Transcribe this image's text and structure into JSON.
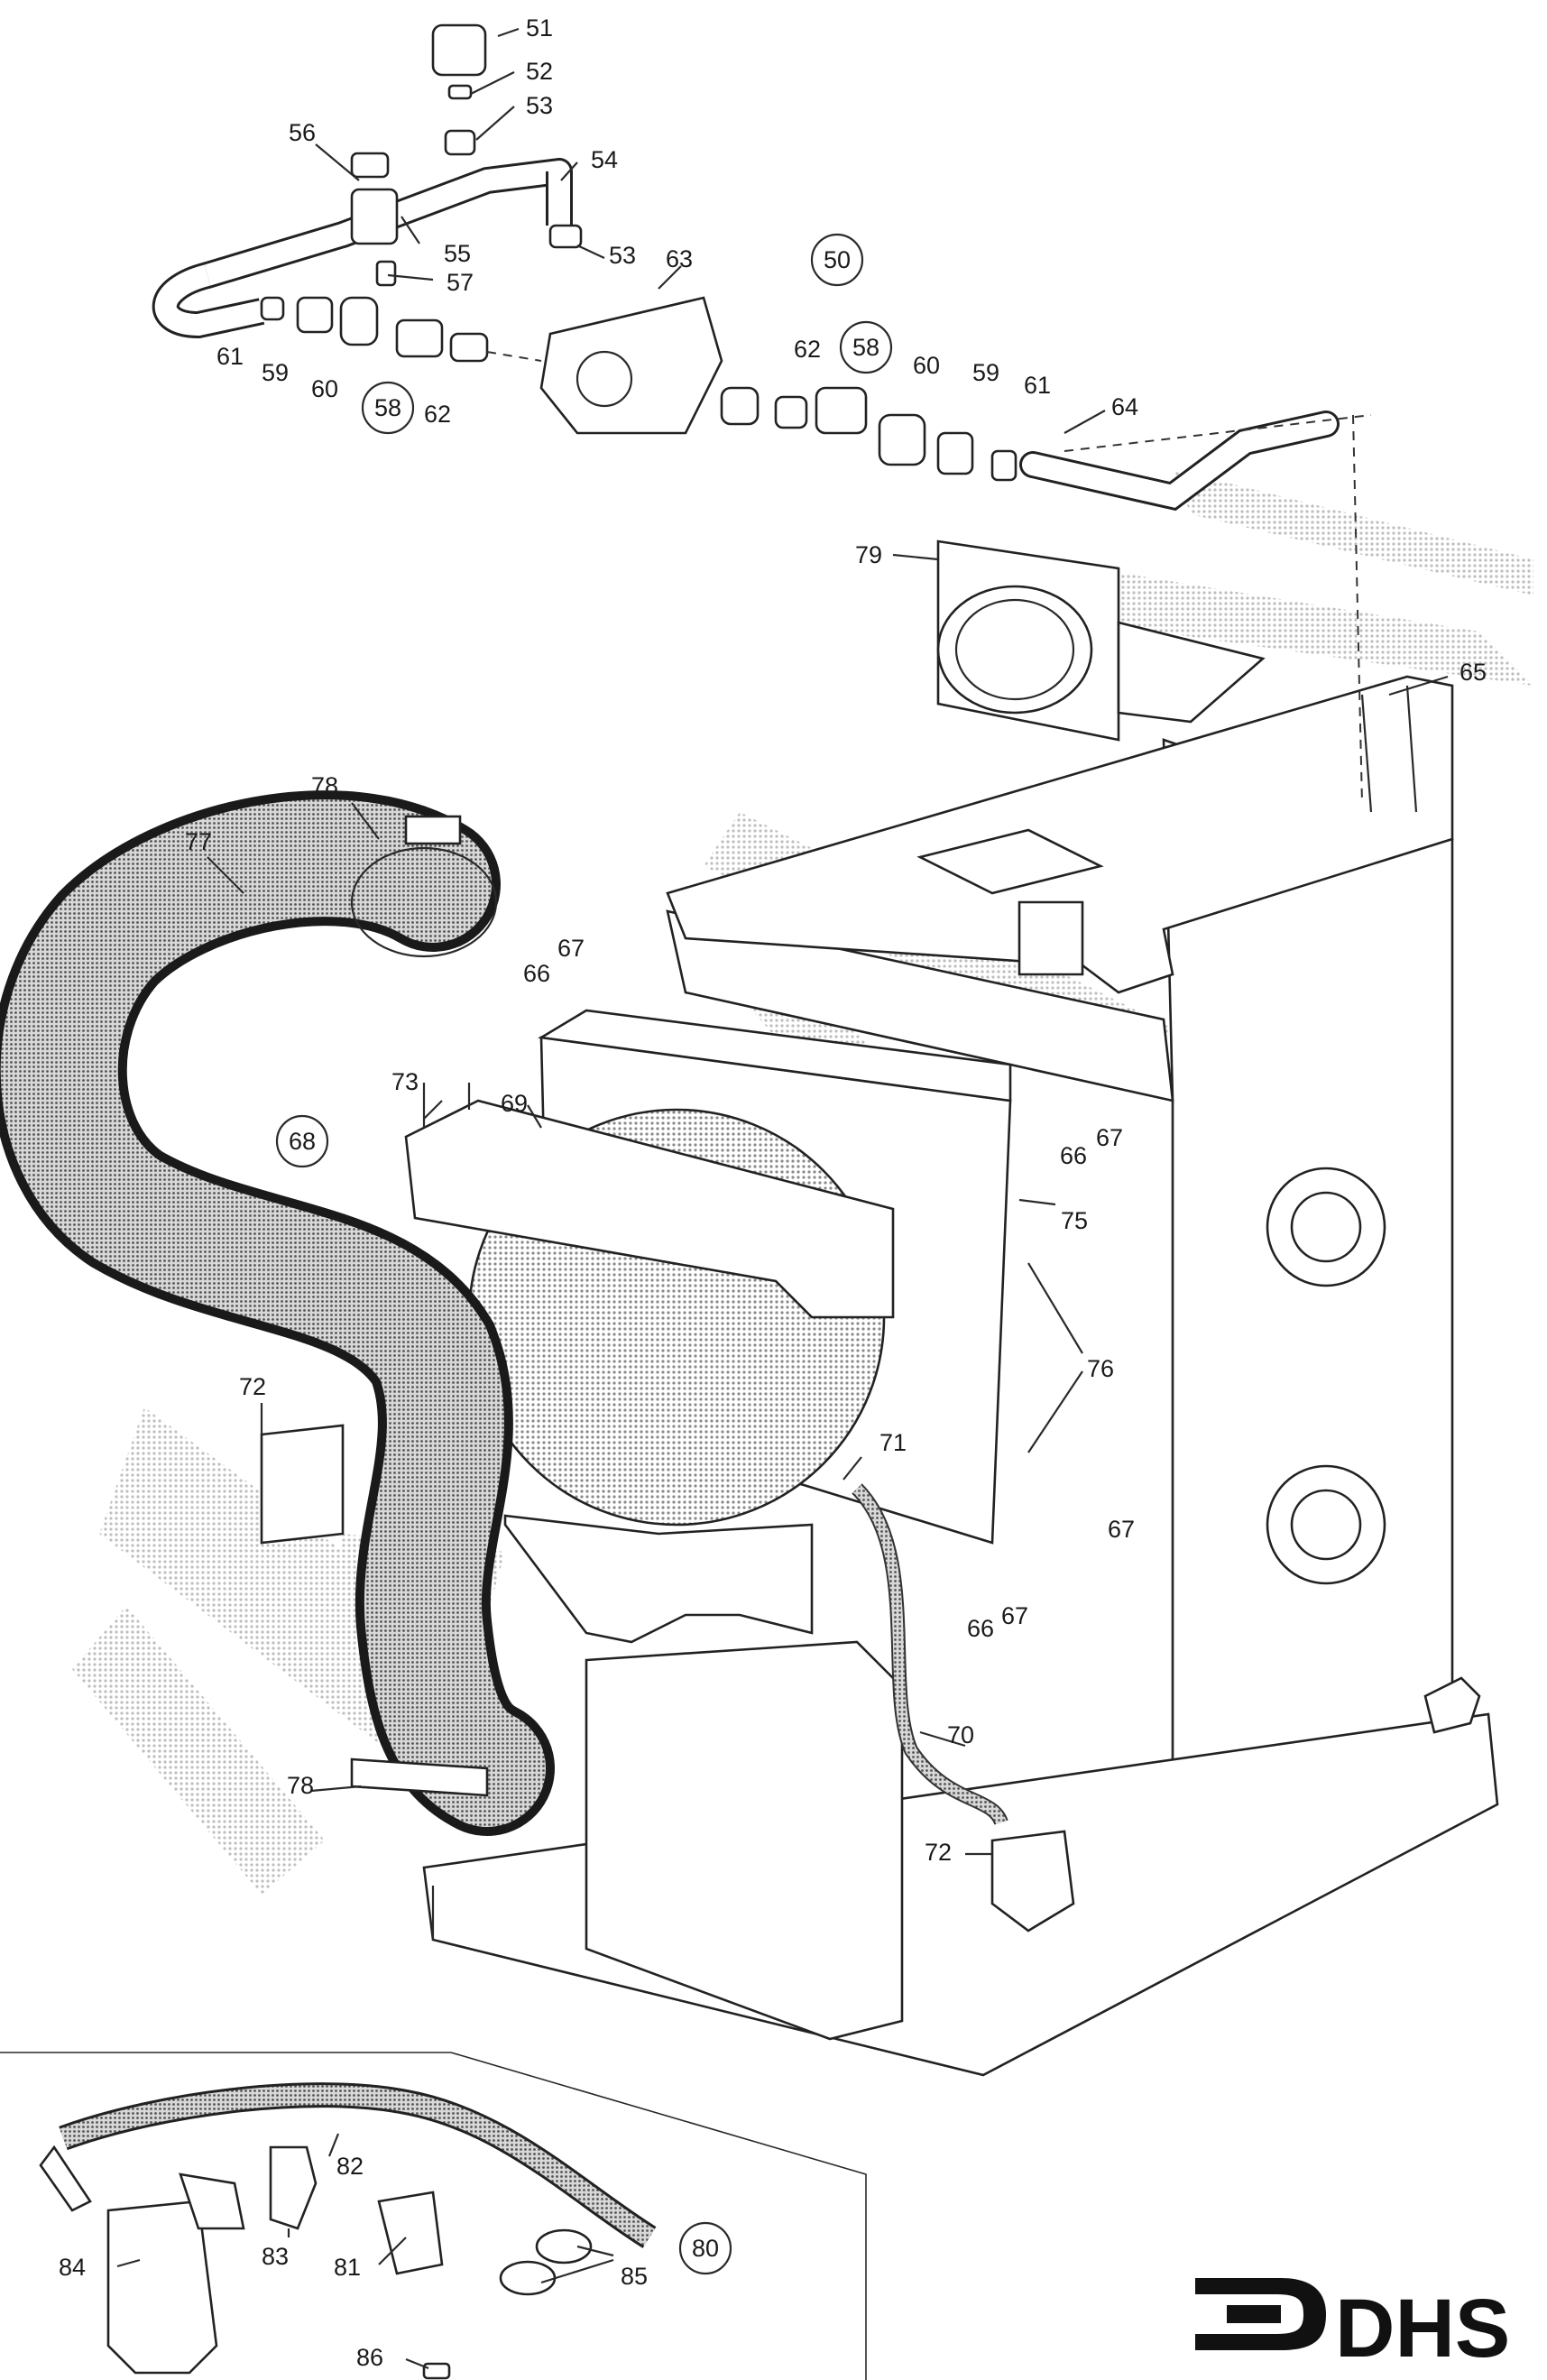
{
  "callouts": {
    "c51": "51",
    "c52": "52",
    "c53a": "53",
    "c53b": "53",
    "c54": "54",
    "c55": "55",
    "c56": "56",
    "c57": "57",
    "c59a": "59",
    "c59b": "59",
    "c60a": "60",
    "c60b": "60",
    "c61a": "61",
    "c61b": "61",
    "c62a": "62",
    "c62b": "62",
    "c63": "63",
    "c64": "64",
    "c65": "65",
    "c66a": "66",
    "c66b": "66",
    "c66c": "66",
    "c67a": "67",
    "c67b": "67",
    "c67c": "67",
    "c67d": "67",
    "c69": "69",
    "c70": "70",
    "c71": "71",
    "c72a": "72",
    "c72b": "72",
    "c73": "73",
    "c75": "75",
    "c76": "76",
    "c77": "77",
    "c78a": "78",
    "c78b": "78",
    "c79": "79",
    "c81": "81",
    "c82": "82",
    "c83": "83",
    "c84": "84",
    "c85": "85",
    "c86": "86"
  },
  "circled": {
    "k50": "50",
    "k58a": "58",
    "k58b": "58",
    "k68": "68",
    "k80": "80"
  },
  "logo": {
    "text": "DHS",
    "color": "#111111"
  },
  "watermark": {
    "color": "#9a9a9a"
  }
}
